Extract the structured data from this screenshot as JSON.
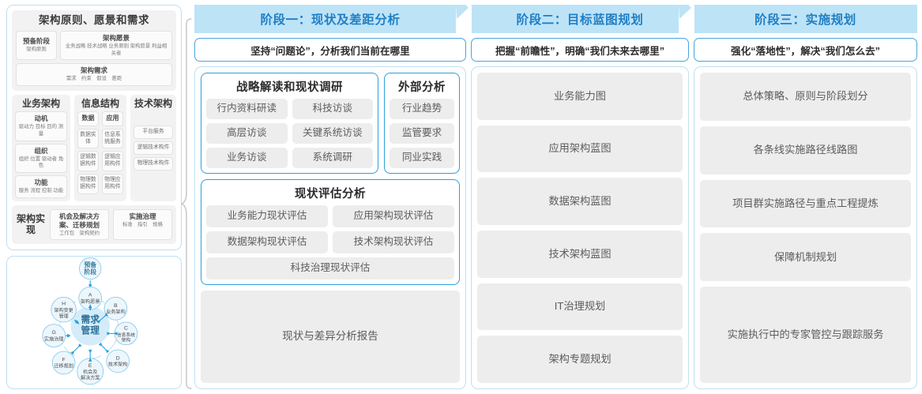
{
  "left_panel": {
    "framework": {
      "title": "架构原则、愿景和需求",
      "prep": {
        "head": "预备阶段",
        "sub": "架构原则"
      },
      "vision": {
        "head": "架构愿景",
        "sub": "业务战略 技术战略 业务原则 架构愿景 利益相关者"
      },
      "requirements": {
        "head": "架构需求",
        "sub": "需求　约束　假设　差距"
      },
      "business": {
        "head": "业务架构",
        "items": [
          {
            "head": "动机",
            "sub": "驱动力 目标 目的 测量"
          },
          {
            "head": "组织",
            "sub": "组织 位置 驱动者 角色"
          },
          {
            "head": "功能",
            "sub": "服务 流程 控制 功能"
          }
        ]
      },
      "information": {
        "head": "信息结构",
        "data_col": {
          "head": "数据",
          "items": [
            "数据实体",
            "逻辑数据构件",
            "物理数据构件"
          ]
        },
        "app_col": {
          "head": "应用",
          "items": [
            "信息系统服务",
            "逻辑应用构件",
            "物理应用构件"
          ]
        }
      },
      "technology": {
        "head": "技术架构",
        "items": [
          "平台服务",
          "逻辑技术构件",
          "物理技术构件"
        ]
      },
      "realization": {
        "label": "架构实现",
        "blocks": [
          {
            "head": "机会及解决方案、迁移规划",
            "sub": "工作包　架构契约"
          },
          {
            "head": "实施治理",
            "sub": "标准　指引　规格"
          }
        ]
      }
    },
    "adm": {
      "center": "需求\n管理",
      "center_line1": "需求",
      "center_line2": "管理",
      "preliminary_line1": "预备",
      "preliminary_line2": "阶段",
      "nodes": [
        {
          "key": "A",
          "label": "架构愿景"
        },
        {
          "key": "B",
          "label": "业务架构"
        },
        {
          "key": "C",
          "label": "信息系统架构"
        },
        {
          "key": "D",
          "label": "技术架构"
        },
        {
          "key": "E",
          "label": "机会及解决方案"
        },
        {
          "key": "F",
          "label": "迁移规划"
        },
        {
          "key": "G",
          "label": "实施治理"
        },
        {
          "key": "H",
          "label": "架构变更管理"
        }
      ]
    }
  },
  "phases": [
    {
      "header": "阶段一：现状及差距分析",
      "subtitle": "坚持“问题论”，分析我们当前在哪里",
      "groups": [
        {
          "title": "战略解读和现状调研",
          "rows": [
            [
              "行内资料研读",
              "科技访谈"
            ],
            [
              "高层访谈",
              "关键系统访谈"
            ],
            [
              "业务访谈",
              "系统调研"
            ]
          ]
        },
        {
          "title": "外部分析",
          "items": [
            "行业趋势",
            "监管要求",
            "同业实践"
          ]
        },
        {
          "title": "现状评估分析",
          "rows": [
            [
              "业务能力现状评估",
              "应用架构现状评估"
            ],
            [
              "数据架构现状评估",
              "技术架构现状评估"
            ]
          ],
          "full": "科技治理现状评估"
        }
      ],
      "report": "现状与差异分析报告"
    },
    {
      "header": "阶段二：目标蓝图规划",
      "subtitle": "把握“前瞻性”，明确“我们未来去哪里”",
      "items": [
        "业务能力图",
        "应用架构蓝图",
        "数据架构蓝图",
        "技术架构蓝图",
        "IT治理规划",
        "架构专题规划"
      ]
    },
    {
      "header": "阶段三：实施规划",
      "subtitle": "强化“落地性”，解决“我们怎么去”",
      "items": [
        "总体策略、原则与阶段划分",
        "各条线实施路径线路图",
        "项目群实施路径与重点工程提炼",
        "保障机制规划",
        "实施执行中的专家管控与跟踪服务"
      ]
    }
  ],
  "colors": {
    "header_band": "#bde3f7",
    "header_text": "#1f7fc4",
    "panel_border": "#bfe0f2",
    "accent_border": "#2e9fda",
    "tile_bg": "#ededed",
    "tile_text": "#5c5c5c",
    "adm_node": "#d9eefb",
    "adm_stroke": "#7cc2e6",
    "adm_arrow": "#2e9fda"
  }
}
